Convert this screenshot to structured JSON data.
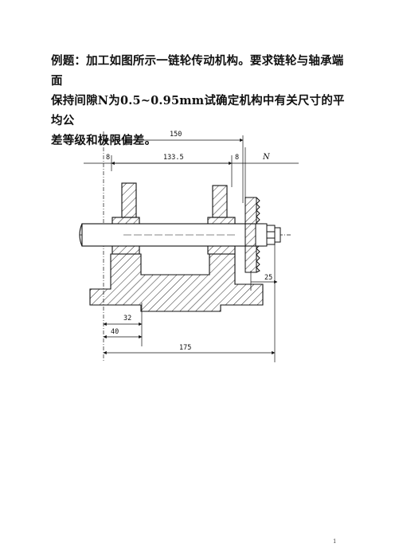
{
  "problem": {
    "line1": "例题：加工如图所示一链轮传动机构。要求链轮与轴承端面",
    "line2": "保持间隙N为0.5~0.95mm试确定机构中有关尺寸的平均公",
    "line3": "差等级和极限偏差。"
  },
  "figure": {
    "dim_150": "150",
    "dim_133_5": "133.5",
    "dim_8_left": "8",
    "dim_8_right": "8",
    "dim_N": "N",
    "dim_25": "25",
    "dim_32": "32",
    "dim_40": "40",
    "dim_175": "175"
  },
  "page": {
    "number": "1"
  }
}
